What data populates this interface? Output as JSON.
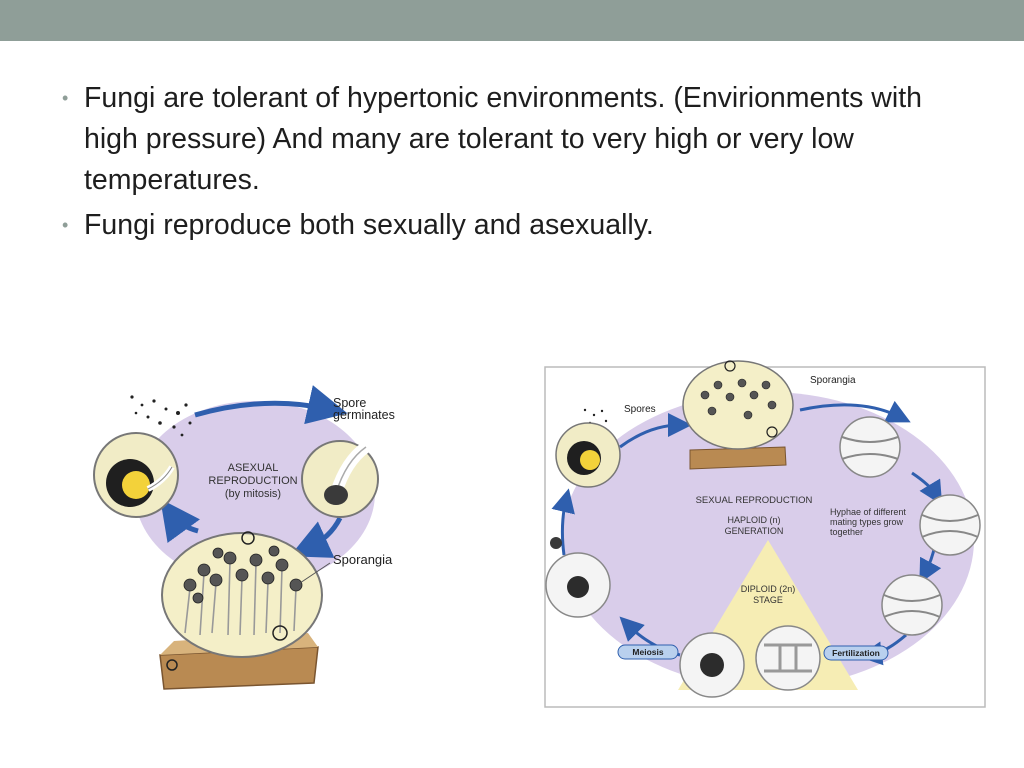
{
  "slide": {
    "bullets": [
      "Fungi are tolerant of hypertonic environments. (Envirionments with high pressure) And many are tolerant to very high or very low temperatures.",
      "Fungi reproduce both sexually and asexually."
    ]
  },
  "colors": {
    "header_bar": "#8f9e98",
    "cycle_background": "#d9cdea",
    "arrow_blue": "#2f5fae",
    "sporangia_fill": "#f4efc8",
    "bread": "#b98a52",
    "diploid_triangle": "#f6edb4"
  },
  "asexual_figure": {
    "spore_germinates_line1": "Spore",
    "spore_germinates_line2": "germinates",
    "cycle_label_line1": "ASEXUAL",
    "cycle_label_line2": "REPRODUCTION",
    "cycle_label_line3": "(by mitosis)",
    "sporangia_label": "Sporangia"
  },
  "sexual_figure": {
    "sporangia_label": "Sporangia",
    "spores_label": "Spores",
    "cycle_title": "SEXUAL REPRODUCTION",
    "haploid_line1": "HAPLOID (n)",
    "haploid_line2": "GENERATION",
    "hyphae_line1": "Hyphae of different",
    "hyphae_line2": "mating types grow",
    "hyphae_line3": "together",
    "diploid_line1": "DIPLOID (2n)",
    "diploid_line2": "STAGE",
    "meiosis_label": "Meiosis",
    "fertilization_label": "Fertilization"
  }
}
